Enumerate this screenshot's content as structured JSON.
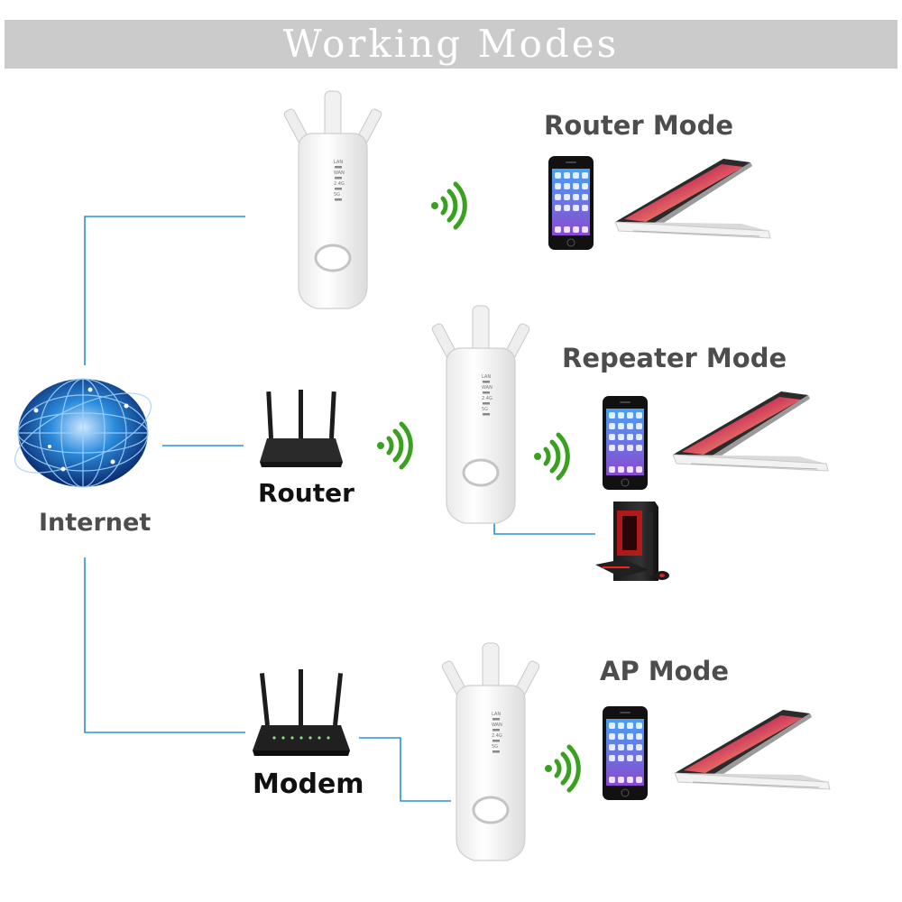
{
  "title": "Working Modes",
  "nodes": {
    "internet": "Internet",
    "router": "Router",
    "modem": "Modem"
  },
  "modes": [
    {
      "label": "Router Mode"
    },
    {
      "label": "Repeater Mode"
    },
    {
      "label": "AP Mode"
    }
  ],
  "extender_leds": [
    "LAN",
    "WAN",
    "2.4G",
    "5G"
  ],
  "colors": {
    "banner": "#cbcbcb",
    "link_line": "#2a8fe0",
    "wifi": "#3aa120",
    "label": "#4d4d4d"
  }
}
